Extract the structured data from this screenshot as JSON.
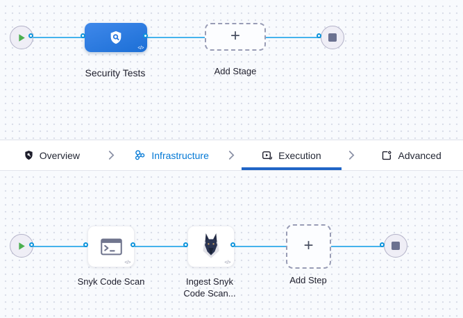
{
  "colors": {
    "canvas_bg": "#F8FAFD",
    "grid_dot": "#D9DDE8",
    "connector_line": "#45B2EC",
    "port_ring": "#0B93DB",
    "stage_node_gradient_start": "#3F88EA",
    "stage_node_gradient_end": "#1C6FD6",
    "play_green": "#4CAF50",
    "stop_gray": "#6B7190",
    "tab_link_blue": "#0278D5",
    "tab_active_underline": "#2065C6",
    "text_primary": "#1D1D2B",
    "dashed_border": "#989CB5"
  },
  "stage_graph": {
    "stage": {
      "label": "Security Tests",
      "code_badge": "</>"
    },
    "add_stage": {
      "label": "Add Stage",
      "plus": "+"
    }
  },
  "tabs": [
    {
      "label": "Overview",
      "icon": "shield-icon"
    },
    {
      "label": "Infrastructure",
      "icon": "infrastructure-icon"
    },
    {
      "label": "Execution",
      "icon": "execution-icon",
      "active": true
    },
    {
      "label": "Advanced",
      "icon": "advanced-icon"
    }
  ],
  "step_graph": {
    "steps": [
      {
        "label": "Snyk Code Scan",
        "icon": "terminal-icon",
        "code_badge": "</>"
      },
      {
        "label": "Ingest Snyk Code Scan...",
        "icon": "snyk-dog-icon",
        "code_badge": "</>"
      }
    ],
    "add_step": {
      "label": "Add Step",
      "plus": "+"
    }
  }
}
